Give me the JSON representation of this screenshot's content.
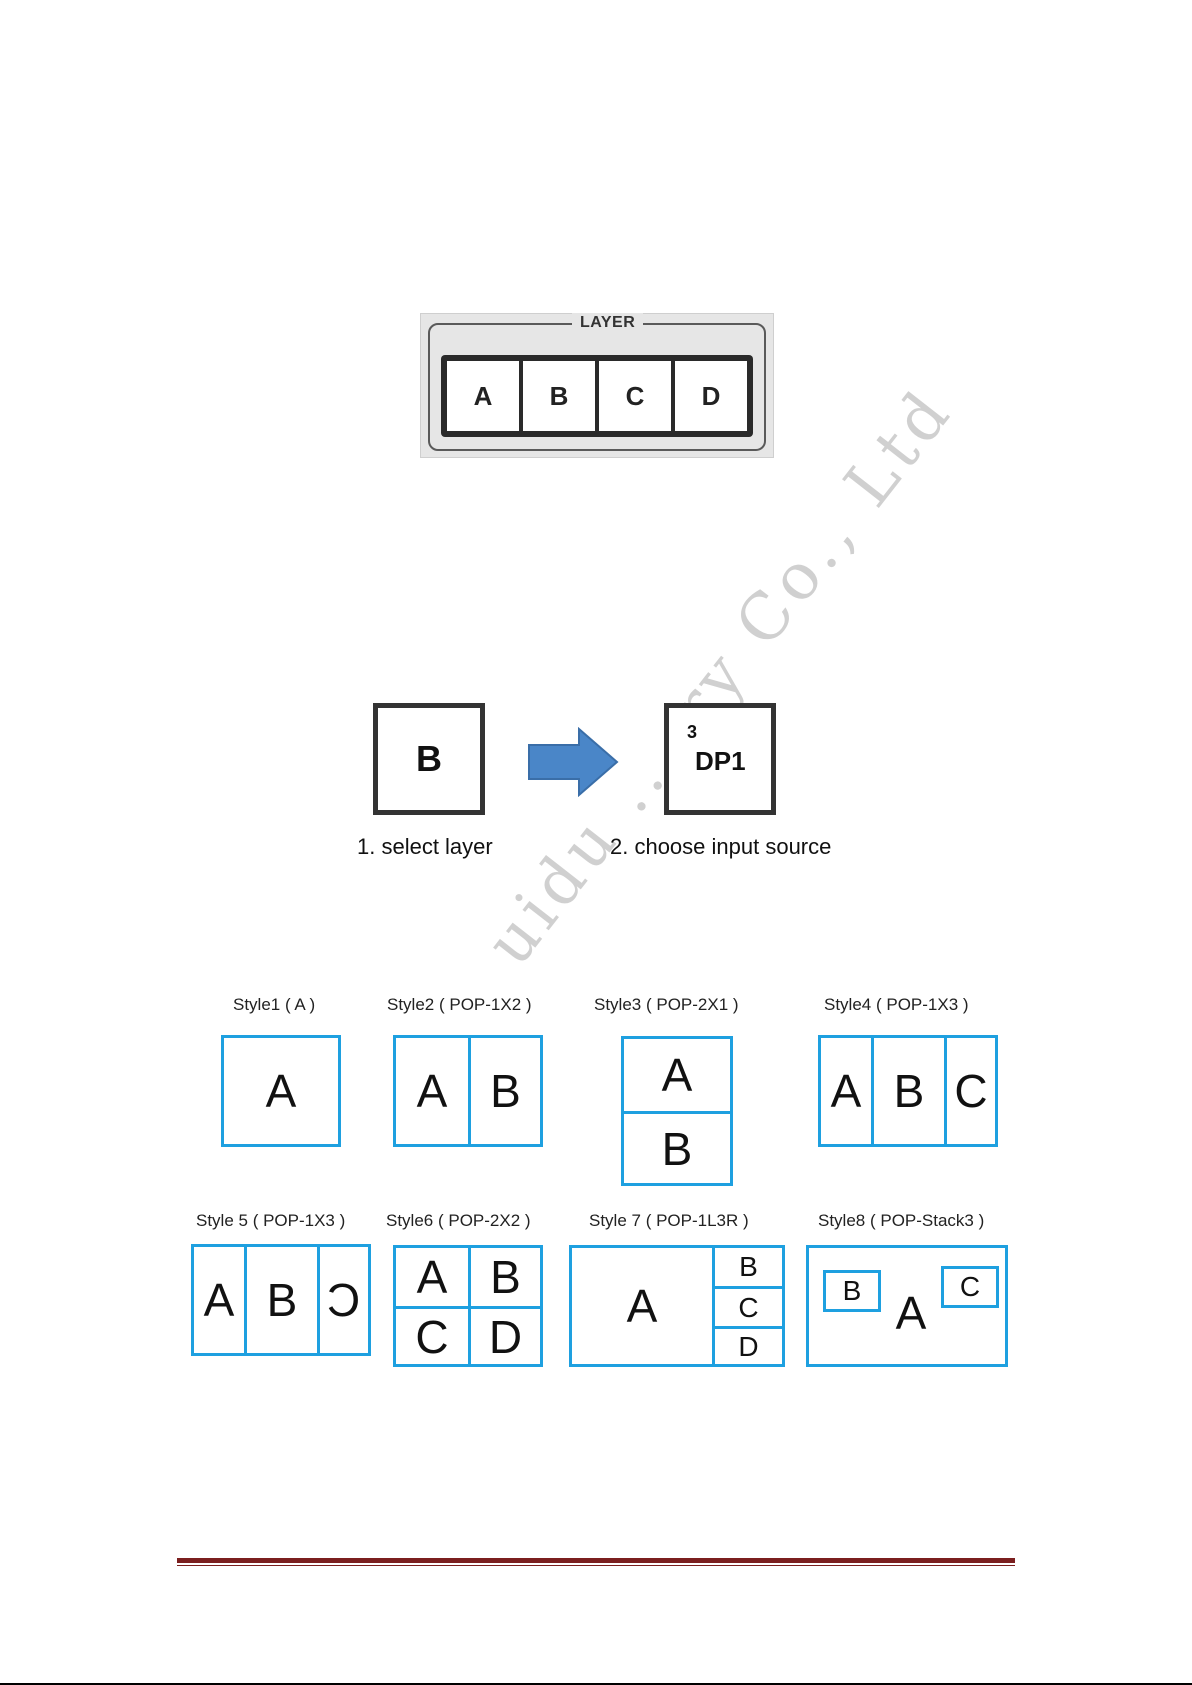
{
  "layer_panel": {
    "title": "LAYER",
    "buttons": [
      "A",
      "B",
      "C",
      "D"
    ]
  },
  "steps": {
    "selected_layer": "B",
    "source_number": "3",
    "source_name": "DP1",
    "step1_label": "1. select layer",
    "step2_label": "2. choose input source"
  },
  "styles": [
    {
      "label": "Style1 ( A )",
      "cells": [
        "A"
      ]
    },
    {
      "label": "Style2 ( POP-1X2 )",
      "cells": [
        "A",
        "B"
      ]
    },
    {
      "label": "Style3 ( POP-2X1 )",
      "cells": [
        "A",
        "B"
      ]
    },
    {
      "label": "Style4 ( POP-1X3 )",
      "cells": [
        "A",
        "B",
        "C"
      ]
    },
    {
      "label": "Style 5 ( POP-1X3 )",
      "cells": [
        "A",
        "B",
        "C"
      ]
    },
    {
      "label": "Style6 ( POP-2X2 )",
      "cells": [
        "A",
        "B",
        "C",
        "D"
      ]
    },
    {
      "label": "Style 7 ( POP-1L3R )",
      "cells": [
        "A",
        "B",
        "C",
        "D"
      ]
    },
    {
      "label": "Style8 ( POP-Stack3 )",
      "cells": [
        "B",
        "A",
        "C"
      ]
    }
  ],
  "watermark": "uidu ... ry Co., Ltd",
  "colors": {
    "diagram_border": "#1ea0e0",
    "arrow_fill": "#4a86c8",
    "footer_rule": "#7b1f1f"
  }
}
